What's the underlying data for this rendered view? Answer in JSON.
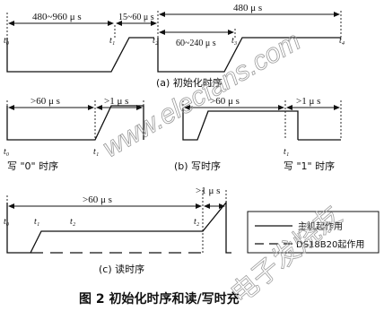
{
  "init": {
    "reset_width": "480~960 μ s",
    "wait": "15~60 μ s",
    "slave_window": "480 μ s",
    "presence": "60~240 μ s",
    "t0": "t₀",
    "t1": "t₁",
    "t2": "t₂",
    "t3": "t₃",
    "t4": "t₄",
    "caption": "(a) 初始化时序"
  },
  "write": {
    "w0_width": ">60 μ s",
    "w0_rec": ">1 μ s",
    "w1_width": ">60 μ s",
    "w1_rec": ">1 μ s",
    "t0": "t₀",
    "t1": "t₁",
    "t1b": "t₁",
    "w0_label": "写 \"0\" 时序",
    "caption": "(b) 写时序",
    "w1_label": "写 \"1\" 时序"
  },
  "read": {
    "width": ">60 μ s",
    "rec": ">1 μ s",
    "t0": "t₀",
    "t1": "t₁",
    "t2": "t₂",
    "t2b": "t₂",
    "caption": "(c) 读时序"
  },
  "legend": {
    "host": "主机起作用",
    "slave": "DS18B20起作用"
  },
  "figure_caption": "图 2   初始化时序和读/写时充",
  "watermark": {
    "text": "www.elecfans.com",
    "stamp": "电子发烧友"
  }
}
